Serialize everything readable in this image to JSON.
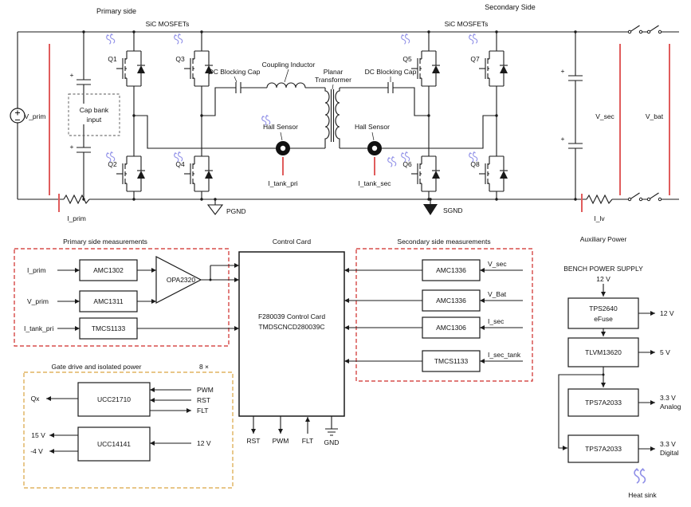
{
  "colors": {
    "measurement_red": "#e05c5c",
    "measurement_box_red": "#cf2a27",
    "gate_box_gold": "#d9a441",
    "thermal_blue": "#9191e8"
  },
  "schematic": {
    "primary_side": "Primary side",
    "secondary_side": "Secondary Side",
    "sic_mosfets_primary": "SiC MOSFETs",
    "sic_mosfets_secondary": "SiC MOSFETs",
    "v_prim": "V_prim",
    "plus": "+",
    "cap_bank_line1": "Cap bank",
    "cap_bank_line2": "input",
    "q1": "Q1",
    "q2": "Q2",
    "q3": "Q3",
    "q4": "Q4",
    "q5": "Q5",
    "q6": "Q6",
    "q7": "Q7",
    "q8": "Q8",
    "dc_blocking_cap_left": "DC Blocking Cap",
    "coupling_inductor": "Coupling Inductor",
    "planar_line1": "Planar",
    "planar_line2": "Transformer",
    "dc_blocking_cap_right": "DC Blocking Cap",
    "hall_sensor_left": "Hall Sensor",
    "hall_sensor_right": "Hall Sensor",
    "i_tank_pri": "I_tank_pri",
    "i_tank_sec": "I_tank_sec",
    "pgnd": "PGND",
    "sgnd": "SGND",
    "i_prim": "I_prim",
    "i_lv": "I_lv",
    "v_sec": "V_sec",
    "v_bat": "V_bat"
  },
  "measurements_primary": {
    "title": "Primary side measurements",
    "rows": [
      {
        "signal": "I_prim",
        "chip": "AMC1302"
      },
      {
        "signal": "V_prim",
        "chip": "AMC1311"
      },
      {
        "signal": "I_tank_pri",
        "chip": "TMCS1133"
      }
    ],
    "opamp": "OPA2320"
  },
  "control_card": {
    "title": "Control Card",
    "line1": "F280039 Control Card",
    "line2": "TMDSCNCD280039C",
    "pin_rst": "RST",
    "pin_pwm": "PWM",
    "pin_flt": "FLT",
    "pin_gnd": "GND"
  },
  "measurements_secondary": {
    "title": "Secondary side measurements",
    "rows": [
      {
        "chip": "AMC1336",
        "signal": "V_sec"
      },
      {
        "chip": "AMC1336",
        "signal": "V_Bat"
      },
      {
        "chip": "AMC1306",
        "signal": "I_sec"
      },
      {
        "chip": "TMCS1133",
        "signal": "I_sec_tank"
      }
    ]
  },
  "gate_drive": {
    "title": "Gate drive and isolated power",
    "multiplier": "8 ×",
    "driver_chip": "UCC21710",
    "isolated_supply_chip": "UCC14141",
    "gate_out": "Qx",
    "pwm": "PWM",
    "rst": "RST",
    "flt": "FLT",
    "v_pos": "15 V",
    "v_neg": "-4 V",
    "v_in": "12 V"
  },
  "aux_power": {
    "title": "Auxiliary Power",
    "bench": "BENCH POWER SUPPLY",
    "bench_v": "12 V",
    "stage1_chip": "TPS2640",
    "stage1_sub": "eFuse",
    "stage1_out": "12 V",
    "stage2_chip": "TLVM13620",
    "stage2_out": "5 V",
    "stage3_chip": "TPS7A2033",
    "stage3_out_line1": "3.3 V",
    "stage3_out_line2": "Analog",
    "stage4_chip": "TPS7A2033",
    "stage4_out_line1": "3.3 V",
    "stage4_out_line2": "Digital",
    "heat_sink": "Heat sink"
  }
}
